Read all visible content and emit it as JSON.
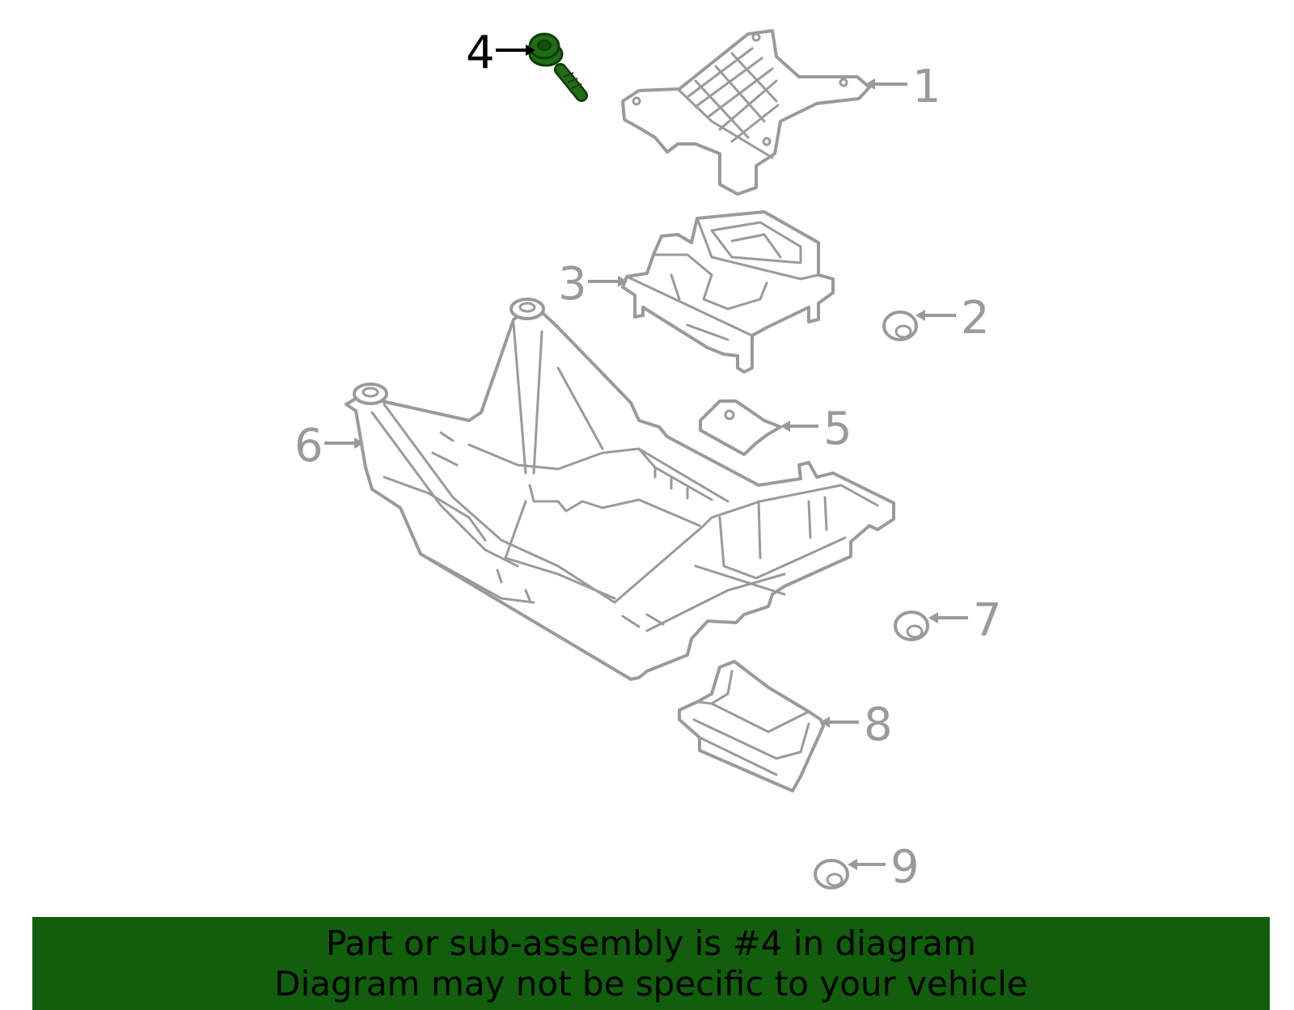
{
  "diagram": {
    "highlight_color": "#1e6e14",
    "part_stroke_color": "#9a9a9a",
    "callouts": [
      {
        "id": "1",
        "label": "1",
        "part": "upper-mount-bracket",
        "highlighted": false
      },
      {
        "id": "2",
        "label": "2",
        "part": "mount-bolt",
        "highlighted": false
      },
      {
        "id": "3",
        "label": "3",
        "part": "transmission-mount",
        "highlighted": false
      },
      {
        "id": "4",
        "label": "4",
        "part": "bolt",
        "highlighted": true
      },
      {
        "id": "5",
        "label": "5",
        "part": "plate",
        "highlighted": false
      },
      {
        "id": "6",
        "label": "6",
        "part": "subframe",
        "highlighted": false
      },
      {
        "id": "7",
        "label": "7",
        "part": "subframe-bolt",
        "highlighted": false
      },
      {
        "id": "8",
        "label": "8",
        "part": "rear-bracket",
        "highlighted": false
      },
      {
        "id": "9",
        "label": "9",
        "part": "bracket-bolt",
        "highlighted": false
      }
    ]
  },
  "banner": {
    "background": "#115e0c",
    "line1": "Part or sub-assembly is #4 in diagram",
    "line2": "Diagram may not be specific to your vehicle"
  }
}
